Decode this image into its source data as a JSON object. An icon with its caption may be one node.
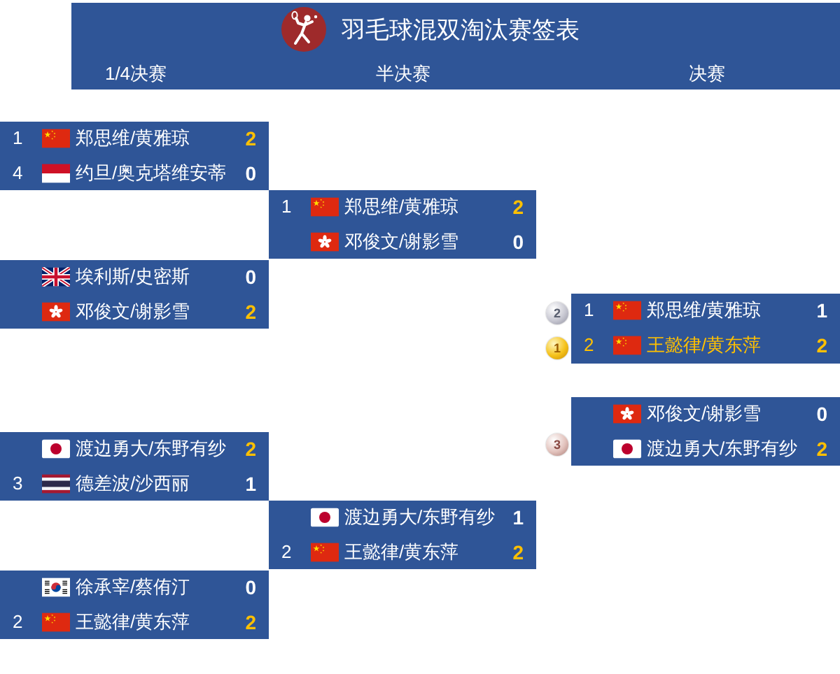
{
  "diagram": {
    "title": "羽毛球混双淘汰赛签表",
    "nodes": [
      {
        "text": [],
        "shape": "box"
      },
      {
        "text": [
          "1",
          "郑思维/黄雅琼",
          "2"
        ],
        "in": 0
      },
      {
        "text": [
          "4",
          "约旦/奥克塔维安蒂",
          "0"
        ],
        "in": 0
      },
      {
        "text": [],
        "shape": "box"
      },
      {
        "text": [
          "埃利斯/史密斯",
          "0"
        ],
        "in": 3
      },
      {
        "text": [
          "邓俊文/谢影雪",
          "2"
        ],
        "in": 3
      },
      {
        "text": [],
        "shape": "box"
      },
      {
        "text": [
          "渡边勇大/东野有纱",
          "2"
        ],
        "in": 6
      },
      {
        "text": [
          "3",
          "德差波/沙西丽",
          "1"
        ],
        "in": 6
      },
      {
        "text": [],
        "shape": "box"
      },
      {
        "text": [
          "徐承宰/蔡侑汀",
          "0"
        ],
        "in": 9
      },
      {
        "text": [
          "2",
          "王懿律/黄东萍",
          "2"
        ],
        "in": 9
      },
      {
        "text": [],
        "shape": "box"
      },
      {
        "text": [
          "1",
          "郑思维/黄雅琼",
          "2"
        ],
        "in": 12
      },
      {
        "text": [
          "邓俊文/谢影雪",
          "0"
        ],
        "in": 12
      },
      {
        "text": [],
        "shape": "box"
      },
      {
        "text": [
          "渡边勇大/东野有纱",
          "1"
        ],
        "in": 15
      },
      {
        "text": [
          "2",
          "王懿律/黄东萍",
          "2"
        ],
        "in": 15
      },
      {
        "text": [],
        "shape": "box"
      },
      {
        "text": [
          "1",
          "郑思维/黄雅琼",
          "1"
        ],
        "in": 18
      },
      {
        "text": [
          "2",
          "王懿律/黄东萍",
          "2"
        ],
        "in": 18
      },
      {
        "text": [],
        "shape": "box"
      },
      {
        "text": [
          "邓俊文/谢影雪",
          "0"
        ],
        "in": 21
      },
      {
        "text": [
          "渡边勇大/东野有纱",
          "2"
        ],
        "in": 21
      },
      {
        "text": [
          "2"
        ]
      },
      {
        "text": [
          "1"
        ]
      },
      {
        "text": [
          "3"
        ]
      }
    ],
    "labels": [
      "1/4决赛",
      "半决赛",
      "决赛"
    ]
  }
}
